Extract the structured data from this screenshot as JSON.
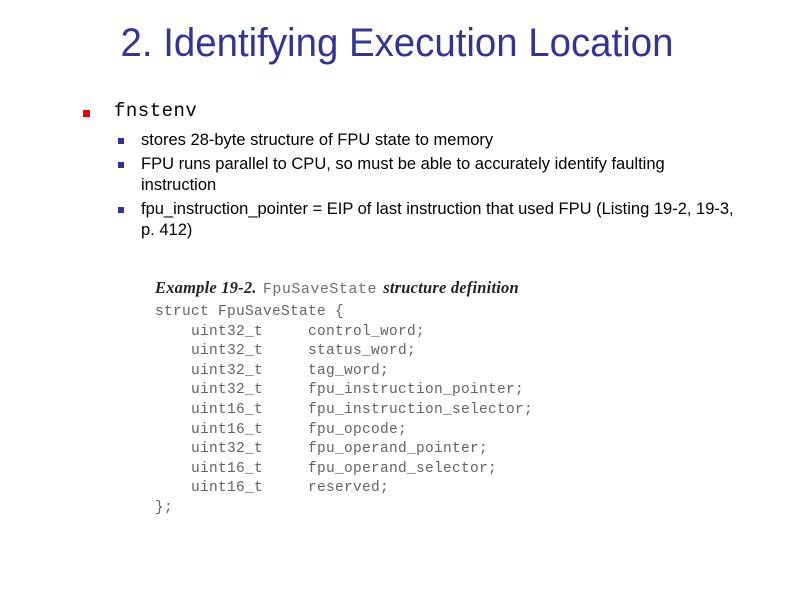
{
  "slide": {
    "title": "2. Identifying Execution Location",
    "title_color": "#333399",
    "background": "#ffffff",
    "bullet_level1_color": "#e8000d",
    "bullet_level2_color": "#333399"
  },
  "outline": {
    "level1": {
      "label": "fnstenv",
      "bullet_glyph": "square-bullet-red"
    },
    "level2": [
      {
        "label": "stores 28-byte structure of FPU state to memory"
      },
      {
        "label": "FPU runs parallel to CPU, so must be able to accurately identify faulting instruction"
      },
      {
        "label": "fpu_instruction_pointer = EIP of last instruction that used FPU (Listing 19-2, 19-3, p. 412)"
      }
    ]
  },
  "listing": {
    "caption_prefix": "Example 19-2.",
    "caption_struct_name": "FpuSaveState",
    "caption_suffix": "structure definition",
    "code_lines": [
      "struct FpuSaveState {",
      "    uint32_t     control_word;",
      "    uint32_t     status_word;",
      "    uint32_t     tag_word;",
      "    uint32_t     fpu_instruction_pointer;",
      "    uint16_t     fpu_instruction_selector;",
      "    uint16_t     fpu_opcode;",
      "    uint32_t     fpu_operand_pointer;",
      "    uint16_t     fpu_operand_selector;",
      "    uint16_t     reserved;",
      "};"
    ]
  }
}
